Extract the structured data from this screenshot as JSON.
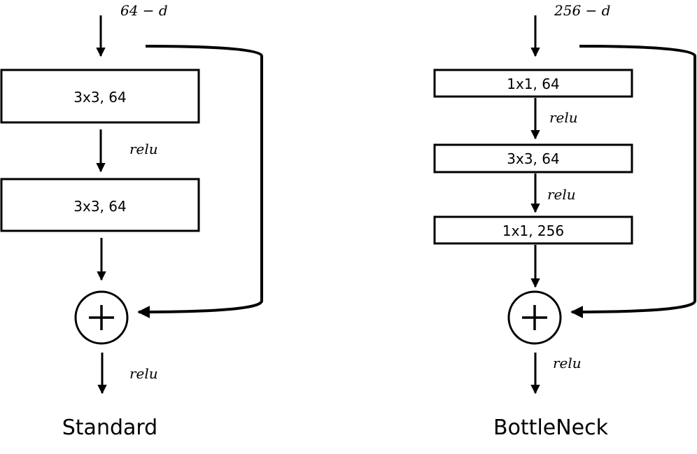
{
  "standard": {
    "input_label": "64 − d",
    "conv1_label": "3x3, 64",
    "act1_label": "relu",
    "conv2_label": "3x3, 64",
    "out_act_label": "relu",
    "caption": "Standard"
  },
  "bottleneck": {
    "input_label": "256 − d",
    "conv1_label": "1x1, 64",
    "act1_label": "relu",
    "conv2_label": "3x3, 64",
    "act2_label": "relu",
    "conv3_label": "1x1, 256",
    "out_act_label": "relu",
    "caption": "BottleNeck"
  }
}
